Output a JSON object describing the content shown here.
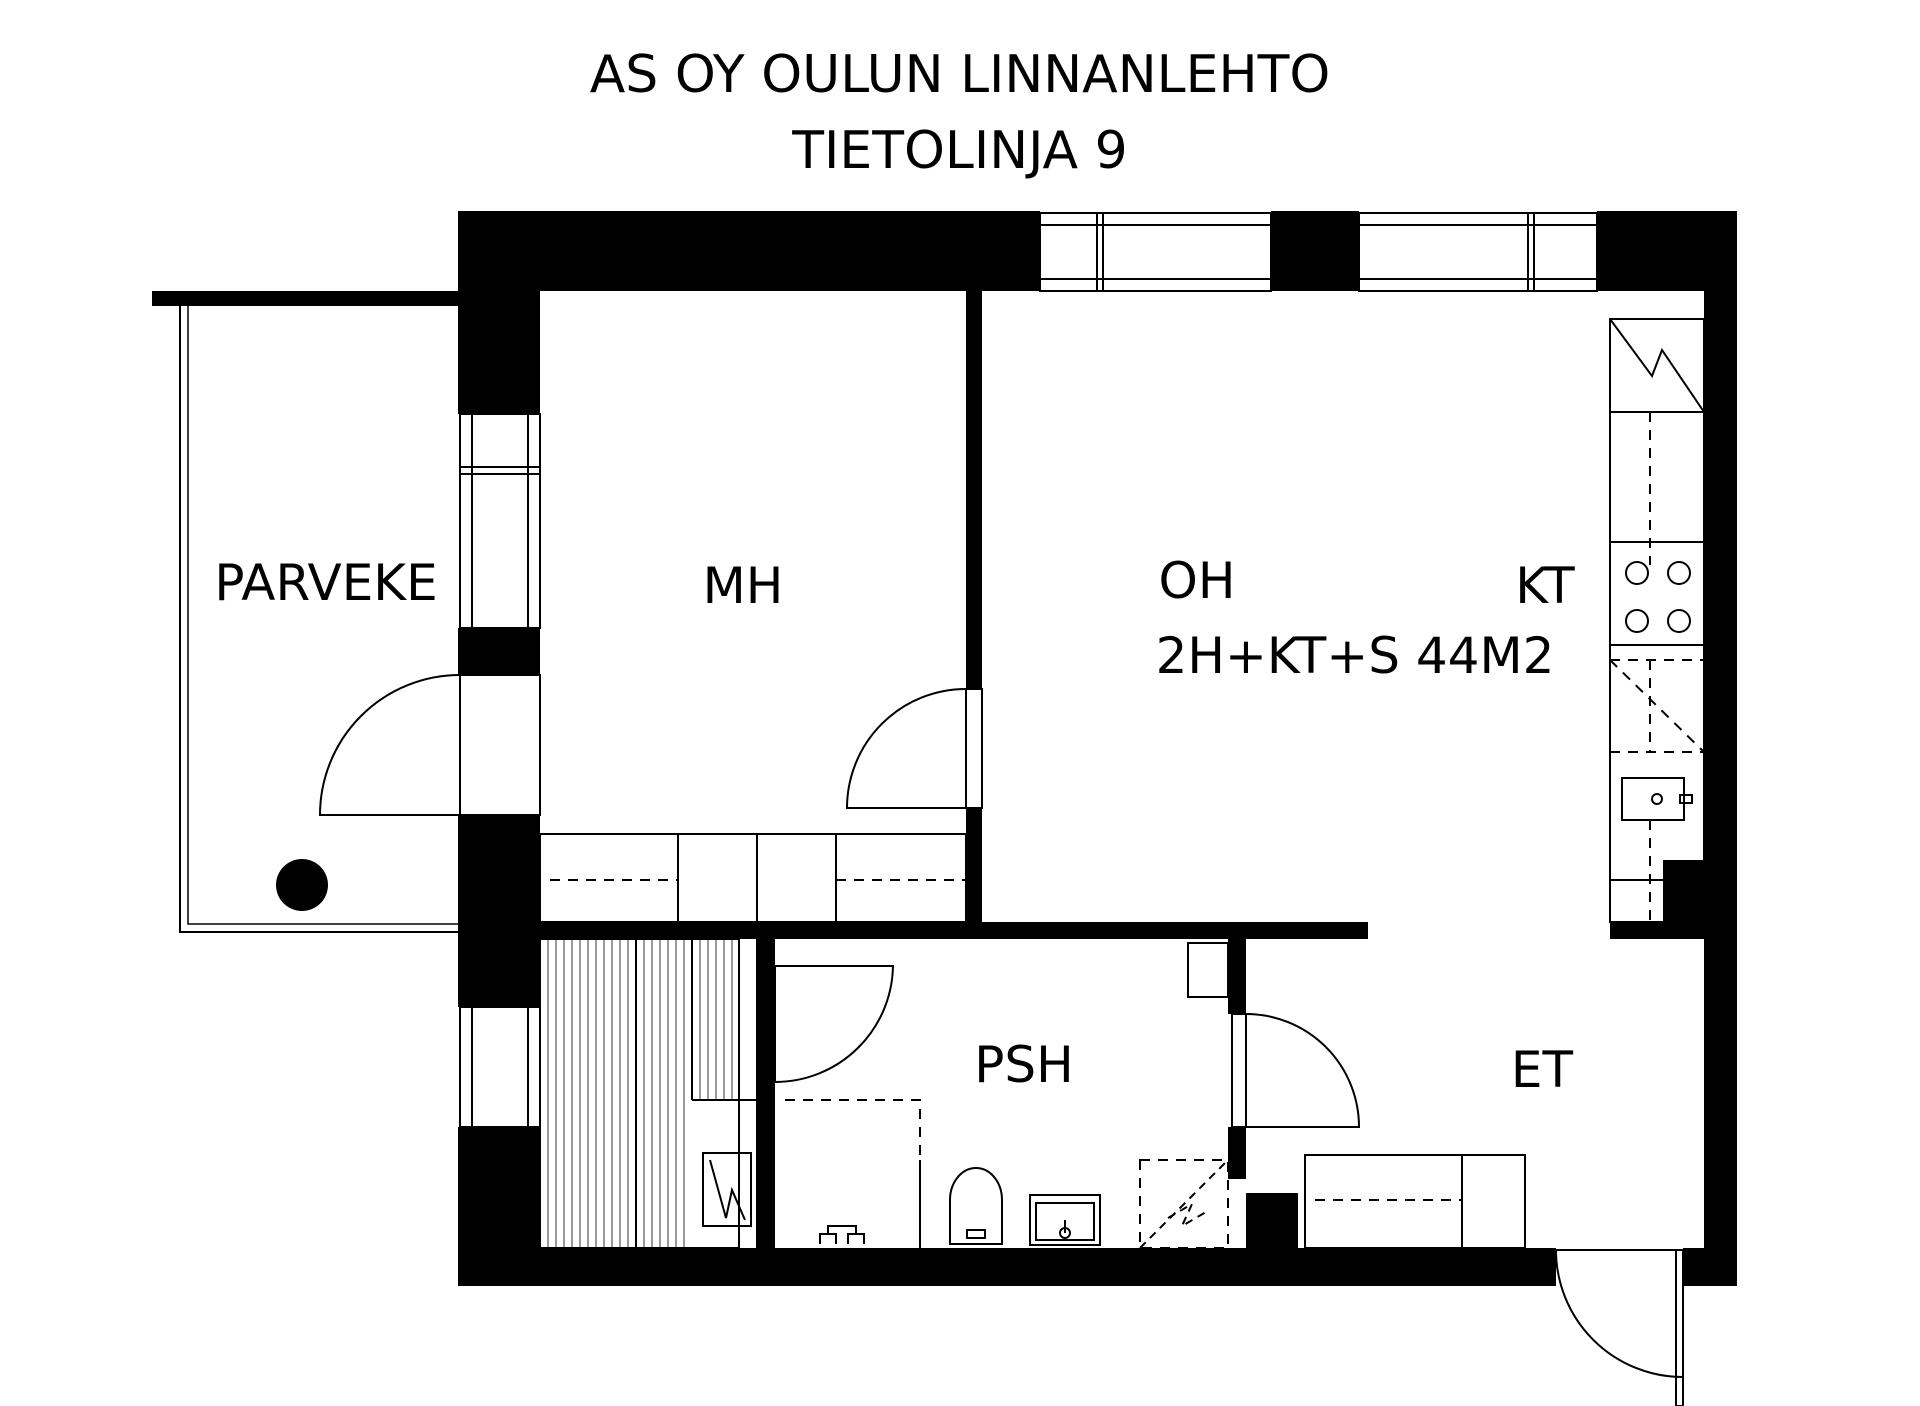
{
  "title": {
    "line1": "AS OY OULUN LINNANLEHTO",
    "line2": "TIETOLINJA 9"
  },
  "rooms": {
    "parveke": "PARVEKE",
    "mh": "MH",
    "oh": "OH",
    "kt": "KT",
    "psh": "PSH",
    "et": "ET"
  },
  "apartment_type": "2H+KT+S 44M2",
  "colors": {
    "wall": "#000000",
    "background": "#ffffff"
  }
}
